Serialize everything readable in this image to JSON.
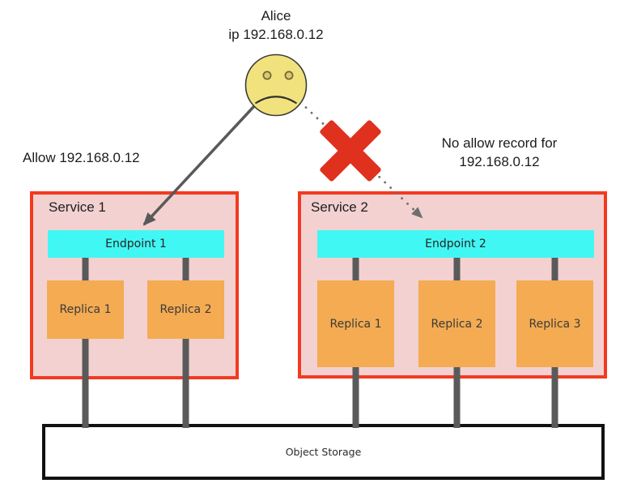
{
  "actor": {
    "name": "Alice",
    "ip": "ip 192.168.0.12"
  },
  "annotations": {
    "allow": "Allow 192.168.0.12",
    "no_allow_line1": "No allow record for",
    "no_allow_line2": "192.168.0.12"
  },
  "services": [
    {
      "label": "Service 1",
      "endpoint": "Endpoint 1",
      "replicas": [
        "Replica 1",
        "Replica 2"
      ]
    },
    {
      "label": "Service 2",
      "endpoint": "Endpoint 2",
      "replicas": [
        "Replica 1",
        "Replica 2",
        "Replica 3"
      ]
    }
  ],
  "storage": {
    "label": "Object Storage"
  },
  "icons": {
    "actor_face": "sad-face-icon",
    "denied": "cross-mark-icon"
  },
  "colors": {
    "service_fill": "#f2d1d0",
    "service_border": "#f23a20",
    "endpoint_fill": "#41f7f3",
    "replica_fill": "#f4ab51",
    "cross_mark": "#e0301e",
    "connector_gray": "#5a5a5a",
    "face_yellow": "#f2e27d",
    "storage_border": "#111111"
  }
}
